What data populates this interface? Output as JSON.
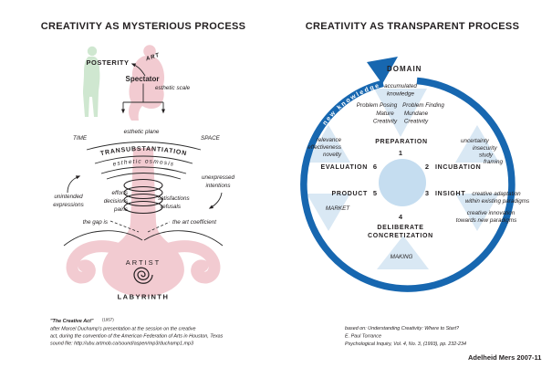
{
  "left": {
    "title": "CREATIVITY AS MYSTERIOUS PROCESS",
    "posterity": "POSTERITY",
    "art": "ART",
    "spectator": "Spectator",
    "esthetic_scale": "esthetic scale",
    "esthetic_plane": "esthetic plane",
    "time": "TIME",
    "space": "SPACE",
    "transubstantiation": "TRANSUBSTANTIATION",
    "esthetic_osmosis": "esthetic osmosis",
    "unintended": [
      "unintended",
      "expressions"
    ],
    "unexpressed": [
      "unexpressed",
      "intentions"
    ],
    "efforts": [
      "efforts",
      "decisions",
      "pains"
    ],
    "satisfactions": [
      "satisfactions",
      "refusals"
    ],
    "gap": "the gap is",
    "art_coefficient": "the art coefficient",
    "artist": "ARTIST",
    "labyrinth": "LABYRINTH",
    "footnote_title": "\"The Creative Act\"",
    "footnote_year": "(1957)",
    "footnote": [
      "after Marcel Duchamp's presentation at the session on the creative",
      "act, during the convention of the American Federation of Arts in Houston, Texas",
      "sound file: http://ubu.artmob.ca/sound/aspen/mp3/duchamp1.mp3"
    ]
  },
  "right": {
    "title": "CREATIVITY AS TRANSPARENT PROCESS",
    "new_knowledge": "new knowledge",
    "domain": "DOMAIN",
    "accumulated": [
      "accumulated",
      "knowledge"
    ],
    "problem_posing": "Problem Posing",
    "problem_finding": "Problem Finding",
    "mature": [
      "Mature",
      "Creativity"
    ],
    "mundane": [
      "Mundane",
      "Creativity"
    ],
    "stages": [
      {
        "num": "1",
        "label": "PREPARATION"
      },
      {
        "num": "2",
        "label": "INCUBATION"
      },
      {
        "num": "3",
        "label": "INSIGHT"
      },
      {
        "num": "4",
        "label_line1": "DELIBERATE",
        "label_line2": "CONCRETIZATION"
      },
      {
        "num": "5",
        "label": "PRODUCT"
      },
      {
        "num": "6",
        "label": "EVALUATION"
      }
    ],
    "evaluation_notes": [
      "relevance",
      "effectiveness",
      "novelty"
    ],
    "incubation_notes": [
      "uncertainty",
      "insecurity",
      "study",
      "framing"
    ],
    "insight_notes_a": [
      "creative adaptation",
      "within existing paradigms"
    ],
    "insight_notes_b": [
      "creative innovation",
      "towards new paradigms"
    ],
    "market": "MARKET",
    "making": "MAKING",
    "footnote": [
      "based on: Understanding Creativity: Where to Start?",
      "E. Paul Torrance",
      "Psychological Inquiry, Vol. 4, No. 3, (1993), pp. 232-234"
    ],
    "attribution": "Adelheid Mers 2007-11"
  },
  "colors": {
    "title_red": "#C63239",
    "attribution_red": "#E2403E",
    "title_blue": "#1B76BE",
    "ring_blue": "#1767B0",
    "stage_blue": "#1E7CC2",
    "light_blue": "#D9E8F4",
    "center_blue": "#C5DDF0",
    "figure_pink": "#F2CBD1",
    "figure_green": "#CFE7D0",
    "purple": "#7D5CA5",
    "art_pink": "#E2A4B8",
    "ink": "#231F20"
  }
}
